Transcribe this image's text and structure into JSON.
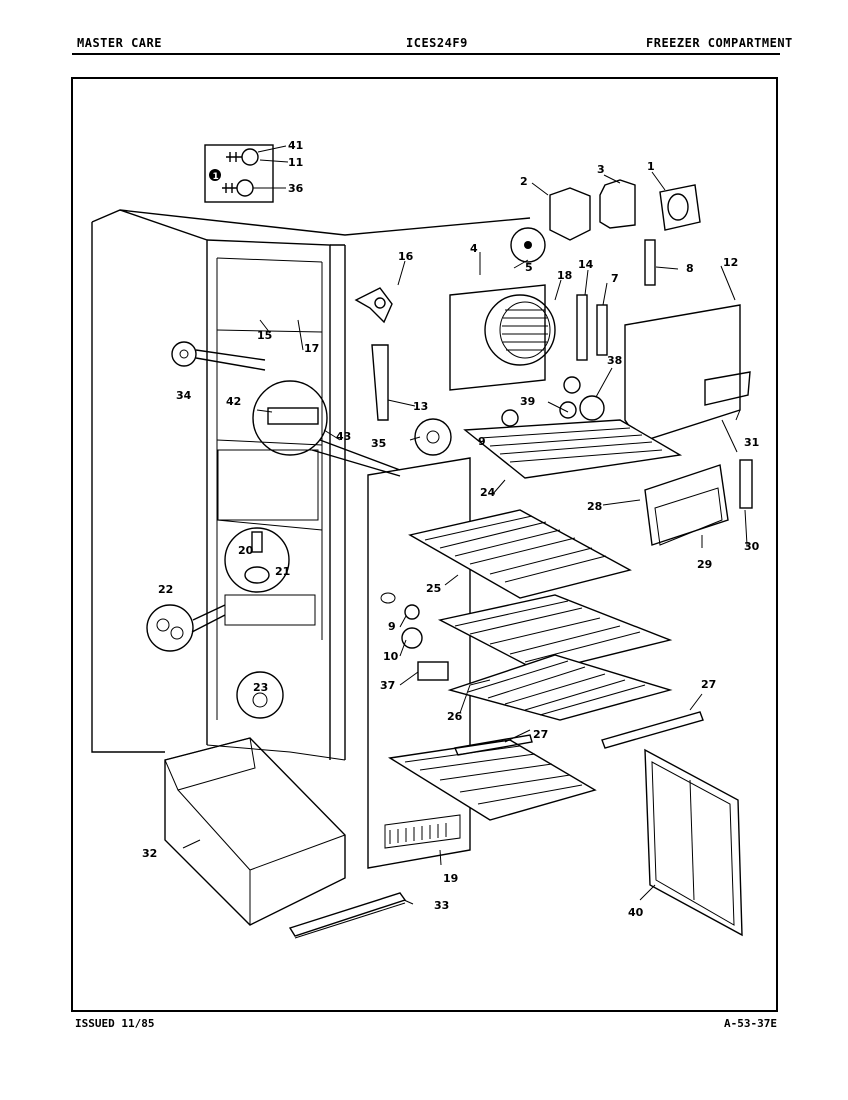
{
  "header": {
    "left": "MASTER CARE",
    "center": "ICES24F9",
    "right": "FREEZER COMPARTMENT"
  },
  "footer": {
    "issued": "ISSUED 11/85",
    "code": "A-53-37E"
  },
  "inset": {
    "marker": "1"
  },
  "callouts": {
    "c1": "1",
    "c2": "2",
    "c3": "3",
    "c4": "4",
    "c5": "5",
    "c7": "7",
    "c8": "8",
    "c9a": "9",
    "c9b": "9",
    "c10": "10",
    "c11": "11",
    "c12": "12",
    "c13": "13",
    "c14": "14",
    "c15": "15",
    "c16": "16",
    "c17": "17",
    "c18": "18",
    "c19": "19",
    "c20": "20",
    "c21": "21",
    "c22": "22",
    "c23": "23",
    "c24": "24",
    "c25": "25",
    "c26": "26",
    "c27a": "27",
    "c27b": "27",
    "c28": "28",
    "c29": "29",
    "c30": "30",
    "c31": "31",
    "c32": "32",
    "c33": "33",
    "c34": "34",
    "c35": "35",
    "c36": "36",
    "c37": "37",
    "c38": "38",
    "c39": "39",
    "c40": "40",
    "c41": "41",
    "c42": "42",
    "c43": "43"
  }
}
